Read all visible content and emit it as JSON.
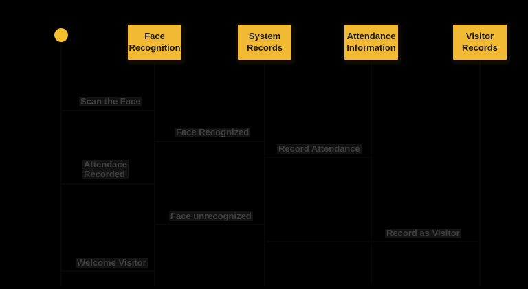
{
  "canvas": {
    "background": "#000000"
  },
  "actor": {
    "icon": "person-head",
    "color": "#F5C02E"
  },
  "participants": [
    {
      "label": "Face Recognition"
    },
    {
      "label": "System Records"
    },
    {
      "label": "Attendance Information"
    },
    {
      "label": "Visitor Records"
    }
  ],
  "messages": [
    {
      "label": "Scan the Face"
    },
    {
      "label": "Face Recognized"
    },
    {
      "label": "Record Attendance"
    },
    {
      "label": "Attendace\nRecorded"
    },
    {
      "label": "Face unrecognized"
    },
    {
      "label": "Record as Visitor"
    },
    {
      "label": "Welcome Visitor"
    }
  ],
  "colors": {
    "box_fill": "#F2B932",
    "box_border": "#0A0800",
    "box_text": "#1D1D1D",
    "label_text": "#3F3F3F",
    "label_bg": "#121212",
    "line": "#070707",
    "actor": "#F5C02E"
  }
}
